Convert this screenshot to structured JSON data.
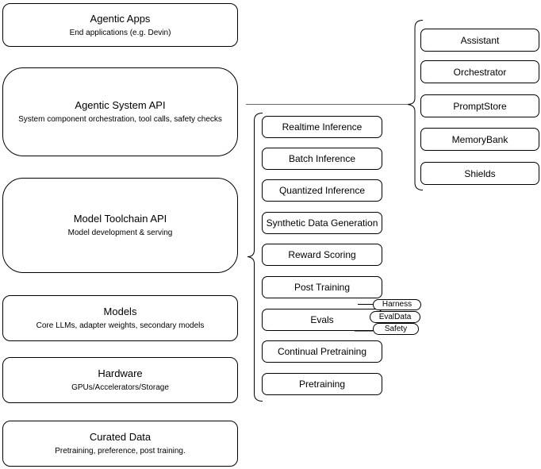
{
  "diagram": {
    "left_stack": [
      {
        "title": "Agentic Apps",
        "subtitle": "End applications (e.g. Devin)"
      },
      {
        "title": "Agentic System API",
        "subtitle": "System component orchestration, tool calls, safety checks"
      },
      {
        "title": "Model Toolchain API",
        "subtitle": "Model development & serving"
      },
      {
        "title": "Models",
        "subtitle": "Core LLMs, adapter weights, secondary models"
      },
      {
        "title": "Hardware",
        "subtitle": "GPUs/Accelerators/Storage"
      },
      {
        "title": "Curated Data",
        "subtitle": "Pretraining, preference, post training."
      }
    ],
    "toolchain_group": {
      "items": [
        {
          "label": "Realtime Inference"
        },
        {
          "label": "Batch Inference"
        },
        {
          "label": "Quantized Inference"
        },
        {
          "label": "Synthetic Data Generation"
        },
        {
          "label": "Reward Scoring"
        },
        {
          "label": "Post Training"
        },
        {
          "label": "Evals"
        },
        {
          "label": "Continual Pretraining"
        },
        {
          "label": "Pretraining"
        }
      ],
      "evals_tags": [
        {
          "label": "Harness"
        },
        {
          "label": "EvalData"
        },
        {
          "label": "Safety"
        }
      ]
    },
    "system_group": {
      "items": [
        {
          "label": "Assistant"
        },
        {
          "label": "Orchestrator"
        },
        {
          "label": "PromptStore"
        },
        {
          "label": "MemoryBank"
        },
        {
          "label": "Shields"
        }
      ]
    },
    "colors": {
      "stroke": "#000000",
      "fill": "#ffffff",
      "connector": "#666666",
      "background": "#ffffff"
    }
  }
}
